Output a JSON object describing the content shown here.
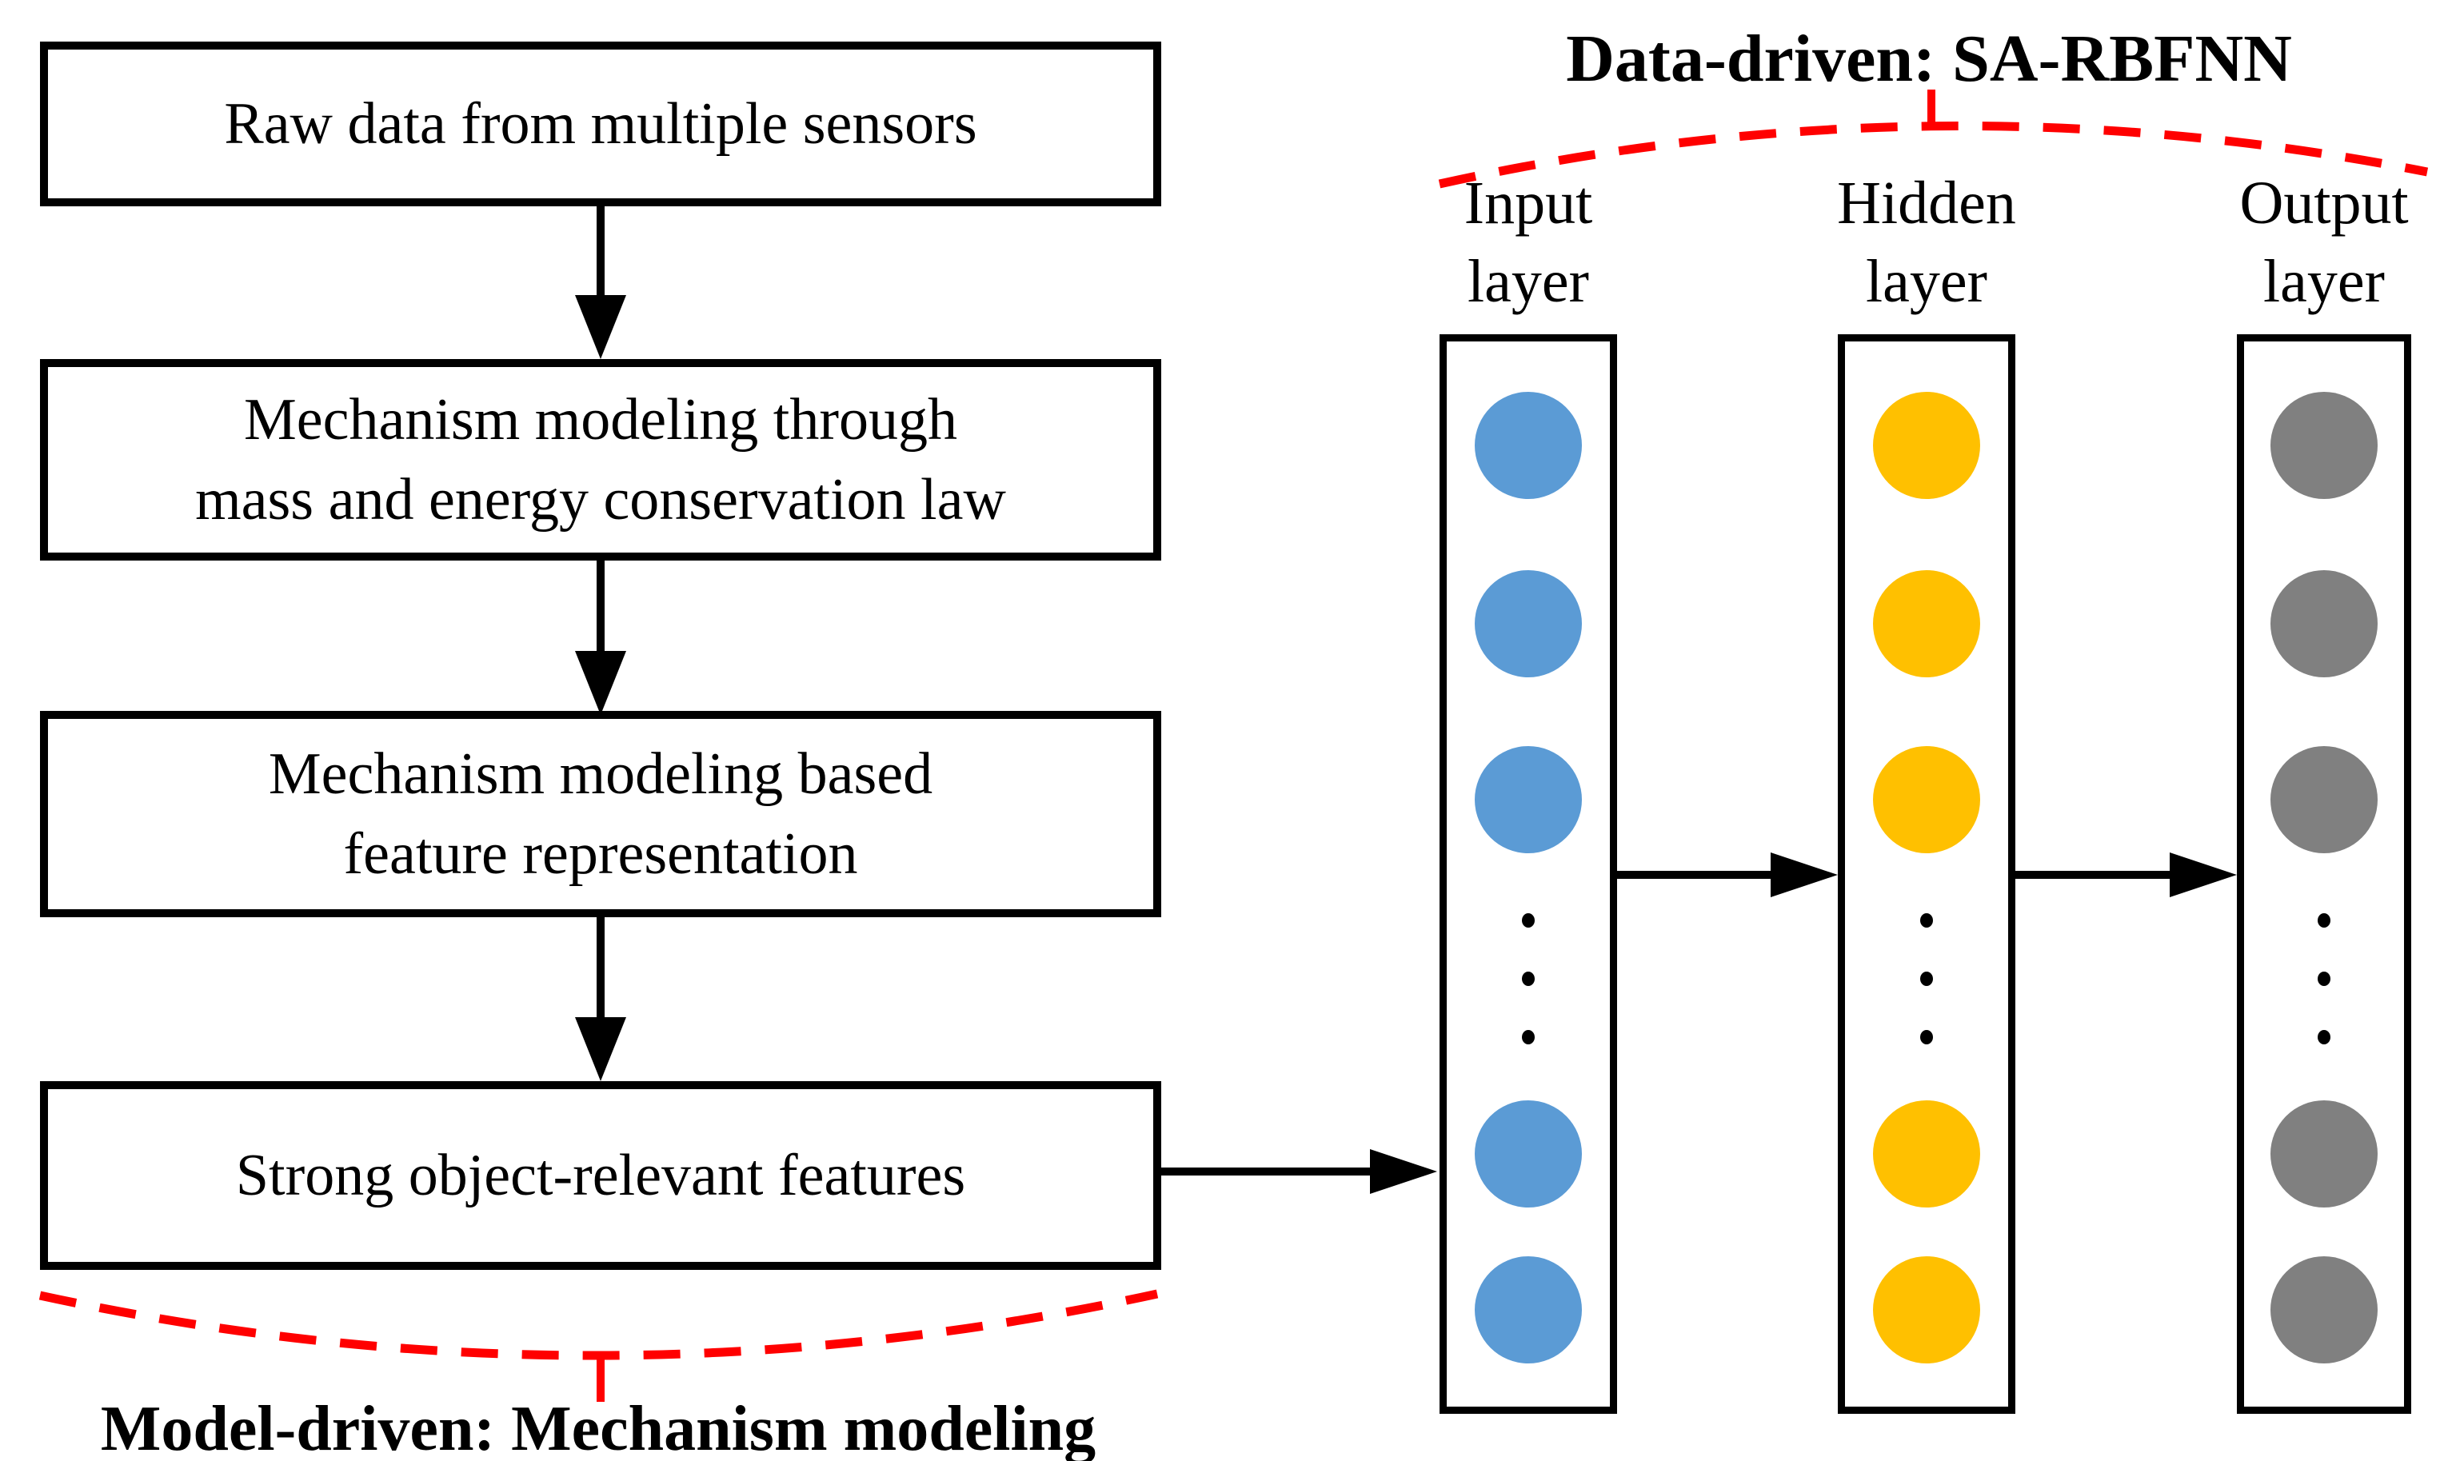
{
  "colors": {
    "background": "#FFFFFF",
    "line_black": "#000000",
    "brace_red": "#FF0000",
    "node_blue": "#5B9BD5",
    "node_yellow": "#FFC000",
    "node_gray": "#808080"
  },
  "flowchart": {
    "caption": "Model-driven: Mechanism modeling",
    "boxes": [
      {
        "lines": [
          "Raw data from multiple sensors",
          ""
        ]
      },
      {
        "lines": [
          "Mechanism modeling through",
          "mass and energy conservation law"
        ]
      },
      {
        "lines": [
          "Mechanism modeling based",
          "feature representation"
        ]
      },
      {
        "lines": [
          "Strong object-relevant features",
          ""
        ]
      }
    ]
  },
  "network": {
    "caption": "Data-driven: SA-RBFNN",
    "layers": [
      {
        "label_line1": "Input",
        "label_line2": "layer",
        "color": "#5B9BD5"
      },
      {
        "label_line1": "Hidden",
        "label_line2": "layer",
        "color": "#FFC000"
      },
      {
        "label_line1": "Output",
        "label_line2": "layer",
        "color": "#808080"
      }
    ]
  }
}
